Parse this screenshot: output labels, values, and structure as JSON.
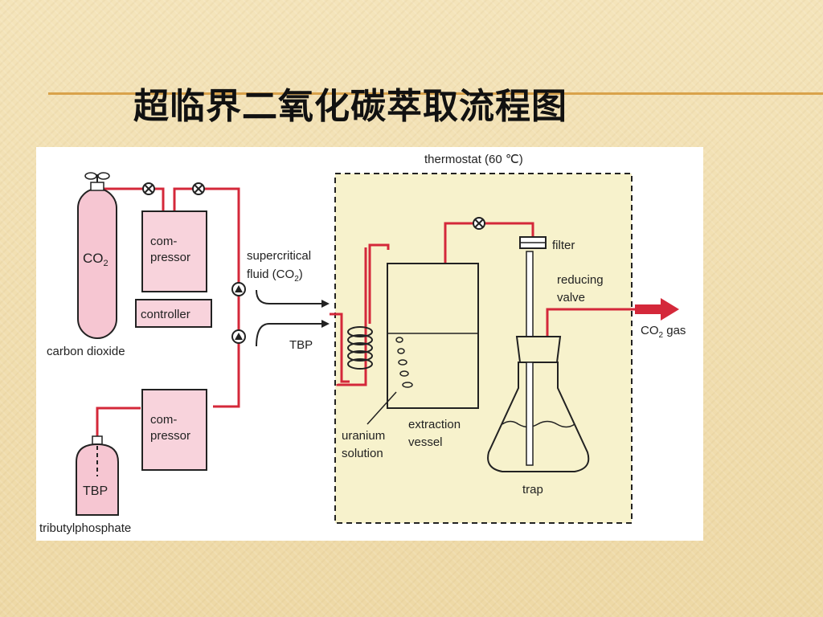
{
  "title": "超临界二氧化碳萃取流程图",
  "diagram": {
    "thermostat_label": "thermostat (60 ℃)",
    "co2_label": "CO",
    "co2_sub": "2",
    "carbon_dioxide_label": "carbon dioxide",
    "compressor_line1": "com-",
    "compressor_line2": "pressor",
    "controller_label": "controller",
    "supercritical_line1": "supercritical",
    "supercritical_line2_prefix": "fluid (CO",
    "supercritical_line2_sub": "2",
    "supercritical_line2_suffix": ")",
    "tbp_feed_label": "TBP",
    "tbp_tank_label": "TBP",
    "tributylphosphate_label": "tributylphosphate",
    "uranium_line1": "uranium",
    "uranium_line2": "solution",
    "extraction_line1": "extraction",
    "extraction_line2": "vessel",
    "filter_label": "filter",
    "reducing_line1": "reducing",
    "reducing_line2": "valve",
    "co2_gas_prefix": "CO",
    "co2_gas_sub": "2",
    "co2_gas_suffix": " gas",
    "trap_label": "trap"
  },
  "colors": {
    "pipe": "#d4283a",
    "tank_fill": "#f6c6d2",
    "box_fill": "#f8d3dc",
    "thermostat_fill": "#f7f2cc",
    "arrow": "#d4283a"
  }
}
